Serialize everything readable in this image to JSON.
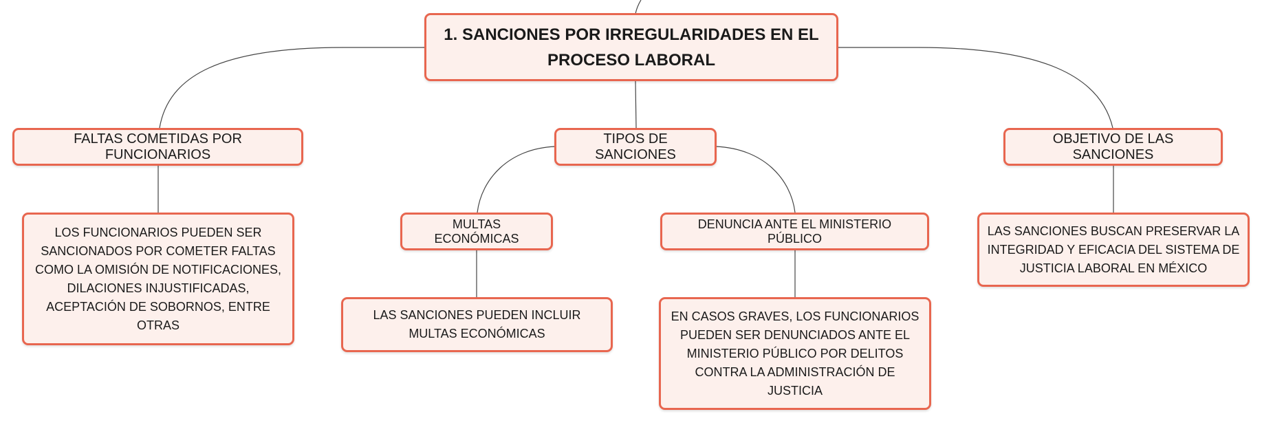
{
  "root": {
    "title": "1. SANCIONES POR IRREGULARIDADES EN EL PROCESO LABORAL"
  },
  "branches": {
    "faltas": {
      "title": "FALTAS COMETIDAS POR FUNCIONARIOS",
      "detail": "LOS FUNCIONARIOS PUEDEN SER SANCIONADOS POR COMETER FALTAS COMO LA OMISIÓN DE NOTIFICACIONES, DILACIONES INJUSTIFICADAS, ACEPTACIÓN DE SOBORNOS, ENTRE OTRAS"
    },
    "tipos": {
      "title": "TIPOS DE SANCIONES",
      "multas": {
        "title": "MULTAS ECONÓMICAS",
        "detail": "LAS SANCIONES PUEDEN INCLUIR MULTAS ECONÓMICAS"
      },
      "denuncia": {
        "title": "DENUNCIA ANTE EL MINISTERIO PÚBLICO",
        "detail": "EN CASOS GRAVES, LOS FUNCIONARIOS PUEDEN SER DENUNCIADOS ANTE EL MINISTERIO PÚBLICO POR DELITOS CONTRA LA ADMINISTRACIÓN DE JUSTICIA"
      }
    },
    "objetivo": {
      "title": "OBJETIVO DE LAS SANCIONES",
      "detail": "LAS SANCIONES BUSCAN PRESERVAR LA INTEGRIDAD Y EFICACIA DEL SISTEMA DE JUSTICIA LABORAL EN MÉXICO"
    }
  }
}
